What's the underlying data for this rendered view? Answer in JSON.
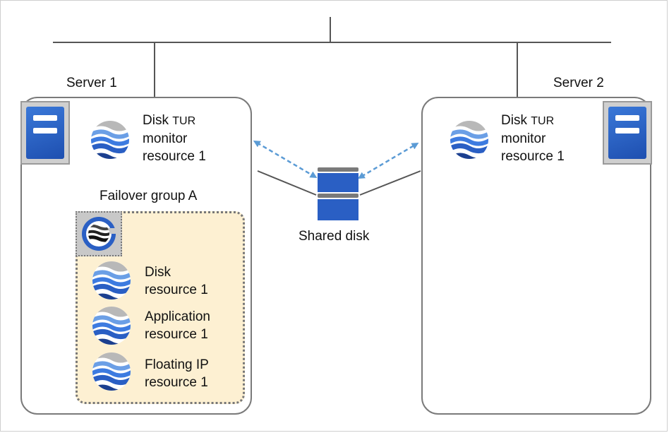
{
  "servers": [
    {
      "name": "Server 1",
      "monitor": {
        "line1": "Disk",
        "line1_small": "TUR",
        "line2": "monitor",
        "line3": "resource 1"
      }
    },
    {
      "name": "Server 2",
      "monitor": {
        "line1": "Disk",
        "line1_small": "TUR",
        "line2": "monitor",
        "line3": "resource 1"
      }
    }
  ],
  "failover_group": {
    "title": "Failover group A",
    "resources": [
      {
        "line1": "Disk",
        "line2": "resource 1"
      },
      {
        "line1": "Application",
        "line2": "resource 1"
      },
      {
        "line1": "Floating IP",
        "line2": "resource 1"
      }
    ]
  },
  "shared_disk": {
    "label": "Shared disk"
  },
  "colors": {
    "server_blue": "#2a5fc4",
    "arrow_blue": "#5b9bd5",
    "group_fill": "#fdf0d2",
    "resource_blue": "#2f6fd1"
  },
  "icons": [
    "server-icon",
    "monitor-resource-icon",
    "group-icon",
    "resource-icon",
    "shared-disk-icon"
  ]
}
